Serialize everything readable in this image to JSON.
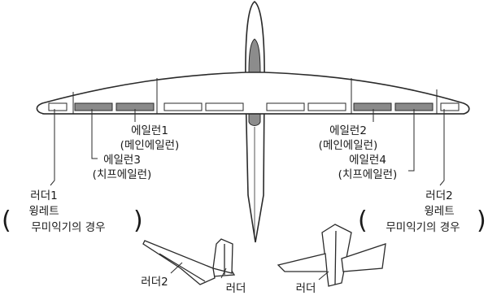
{
  "labels": {
    "aileron1": {
      "line1": "에일런1",
      "line2": "(메인에일런)"
    },
    "aileron2": {
      "line1": "에일런2",
      "line2": "(메인에일런)"
    },
    "aileron3": {
      "line1": "에일런3",
      "line2": "(치프에일런)"
    },
    "aileron4": {
      "line1": "에일런4",
      "line2": "(치프에일런)"
    },
    "rudder1": {
      "line1": "러더1",
      "line2": "윙레트",
      "line3": "무미익기의 경우"
    },
    "rudder2": {
      "line1": "러더2",
      "line2": "윙레트",
      "line3": "무미익기의 경우"
    },
    "tail_left": {
      "rudder2": "러더2",
      "rudder": "러더"
    },
    "tail_right": {
      "rudder": "러더"
    },
    "paren_open": "(",
    "paren_close": ")"
  },
  "colors": {
    "outline": "#2a2a2a",
    "active_surface": "#8a8a8a",
    "fuselage_stripe": "#8c8c8c",
    "background": "#ffffff"
  }
}
